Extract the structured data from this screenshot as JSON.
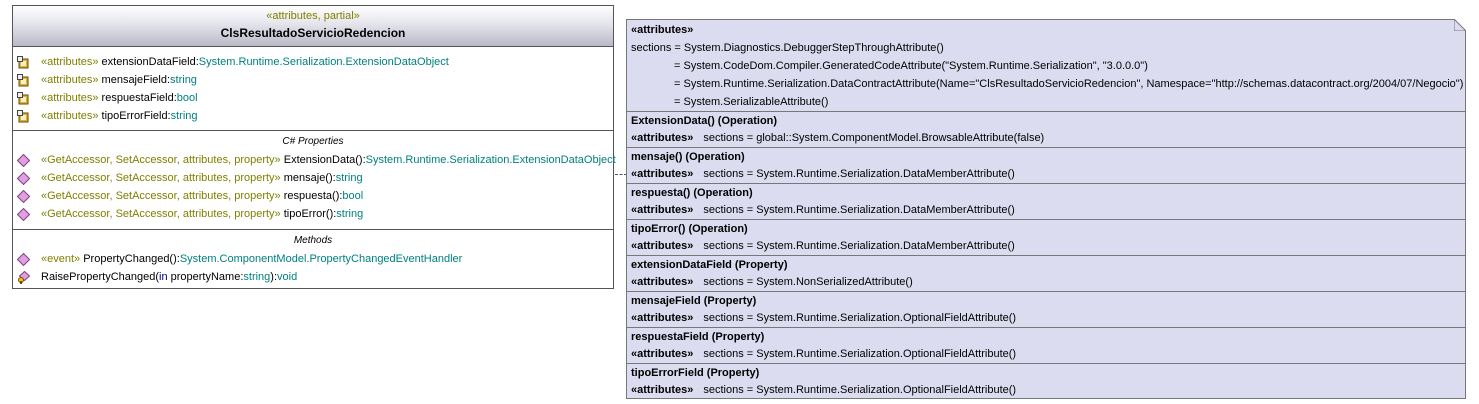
{
  "class_box": {
    "stereotype": "«attributes, partial»",
    "name": "ClsResultadoServicioRedencion",
    "fields": [
      {
        "stereo": "«attributes»",
        "name": " extensionDataField:",
        "type": "System.Runtime.Serialization.ExtensionDataObject"
      },
      {
        "stereo": "«attributes»",
        "name": " mensajeField:",
        "type": "string"
      },
      {
        "stereo": "«attributes»",
        "name": " respuestaField:",
        "type": "bool"
      },
      {
        "stereo": "«attributes»",
        "name": " tipoErrorField:",
        "type": "string"
      }
    ],
    "properties_title": "C# Properties",
    "properties": [
      {
        "stereo": "«GetAccessor, SetAccessor, attributes, property»",
        "name": " ExtensionData():",
        "type": "System.Runtime.Serialization.ExtensionDataObject"
      },
      {
        "stereo": "«GetAccessor, SetAccessor, attributes, property»",
        "name": " mensaje():",
        "type": "string"
      },
      {
        "stereo": "«GetAccessor, SetAccessor, attributes, property»",
        "name": " respuesta():",
        "type": "bool"
      },
      {
        "stereo": "«GetAccessor, SetAccessor, attributes, property»",
        "name": " tipoError():",
        "type": "string"
      }
    ],
    "methods_title": "Methods",
    "methods": [
      {
        "stereo": "«event»",
        "name": " PropertyChanged():",
        "type": "System.ComponentModel.PropertyChangedEventHandler"
      },
      {
        "name_a": "RaisePropertyChanged(",
        "kw": "in",
        "name_b": " propertyName:",
        "type": "string",
        "name_c": "):",
        "ret": "void"
      }
    ]
  },
  "note": {
    "header": "«attributes»",
    "top_lines": [
      "sections = System.Diagnostics.DebuggerStepThroughAttribute()",
      "= System.CodeDom.Compiler.GeneratedCodeAttribute(\"System.Runtime.Serialization\", \"3.0.0.0\")",
      "= System.Runtime.Serialization.DataContractAttribute(Name=\"ClsResultadoServicioRedencion\", Namespace=\"http://schemas.datacontract.org/2004/07/Negocio\")",
      "= System.SerializableAttribute()"
    ],
    "entries": [
      {
        "title": "ExtensionData() (Operation)",
        "attr": "«attributes»",
        "value": "sections = global::System.ComponentModel.BrowsableAttribute(false)"
      },
      {
        "title": "mensaje() (Operation)",
        "attr": "«attributes»",
        "value": "sections = System.Runtime.Serialization.DataMemberAttribute()"
      },
      {
        "title": "respuesta() (Operation)",
        "attr": "«attributes»",
        "value": "sections = System.Runtime.Serialization.DataMemberAttribute()"
      },
      {
        "title": "tipoError() (Operation)",
        "attr": "«attributes»",
        "value": "sections = System.Runtime.Serialization.DataMemberAttribute()"
      },
      {
        "title": "extensionDataField (Property)",
        "attr": "«attributes»",
        "value": "sections = System.NonSerializedAttribute()"
      },
      {
        "title": "mensajeField (Property)",
        "attr": "«attributes»",
        "value": "sections = System.Runtime.Serialization.OptionalFieldAttribute()"
      },
      {
        "title": "respuestaField (Property)",
        "attr": "«attributes»",
        "value": "sections = System.Runtime.Serialization.OptionalFieldAttribute()"
      },
      {
        "title": "tipoErrorField (Property)",
        "attr": "«attributes»",
        "value": "sections = System.Runtime.Serialization.OptionalFieldAttribute()"
      }
    ]
  },
  "icons": {
    "field": "private-field-lock-icon",
    "property": "property-diamond-icon",
    "event": "event-diamond-icon",
    "method": "private-method-icon"
  },
  "colors": {
    "stereotype": "#808000",
    "type": "#008080",
    "keyword": "#000080",
    "note_bg": "#dcdcf0"
  }
}
